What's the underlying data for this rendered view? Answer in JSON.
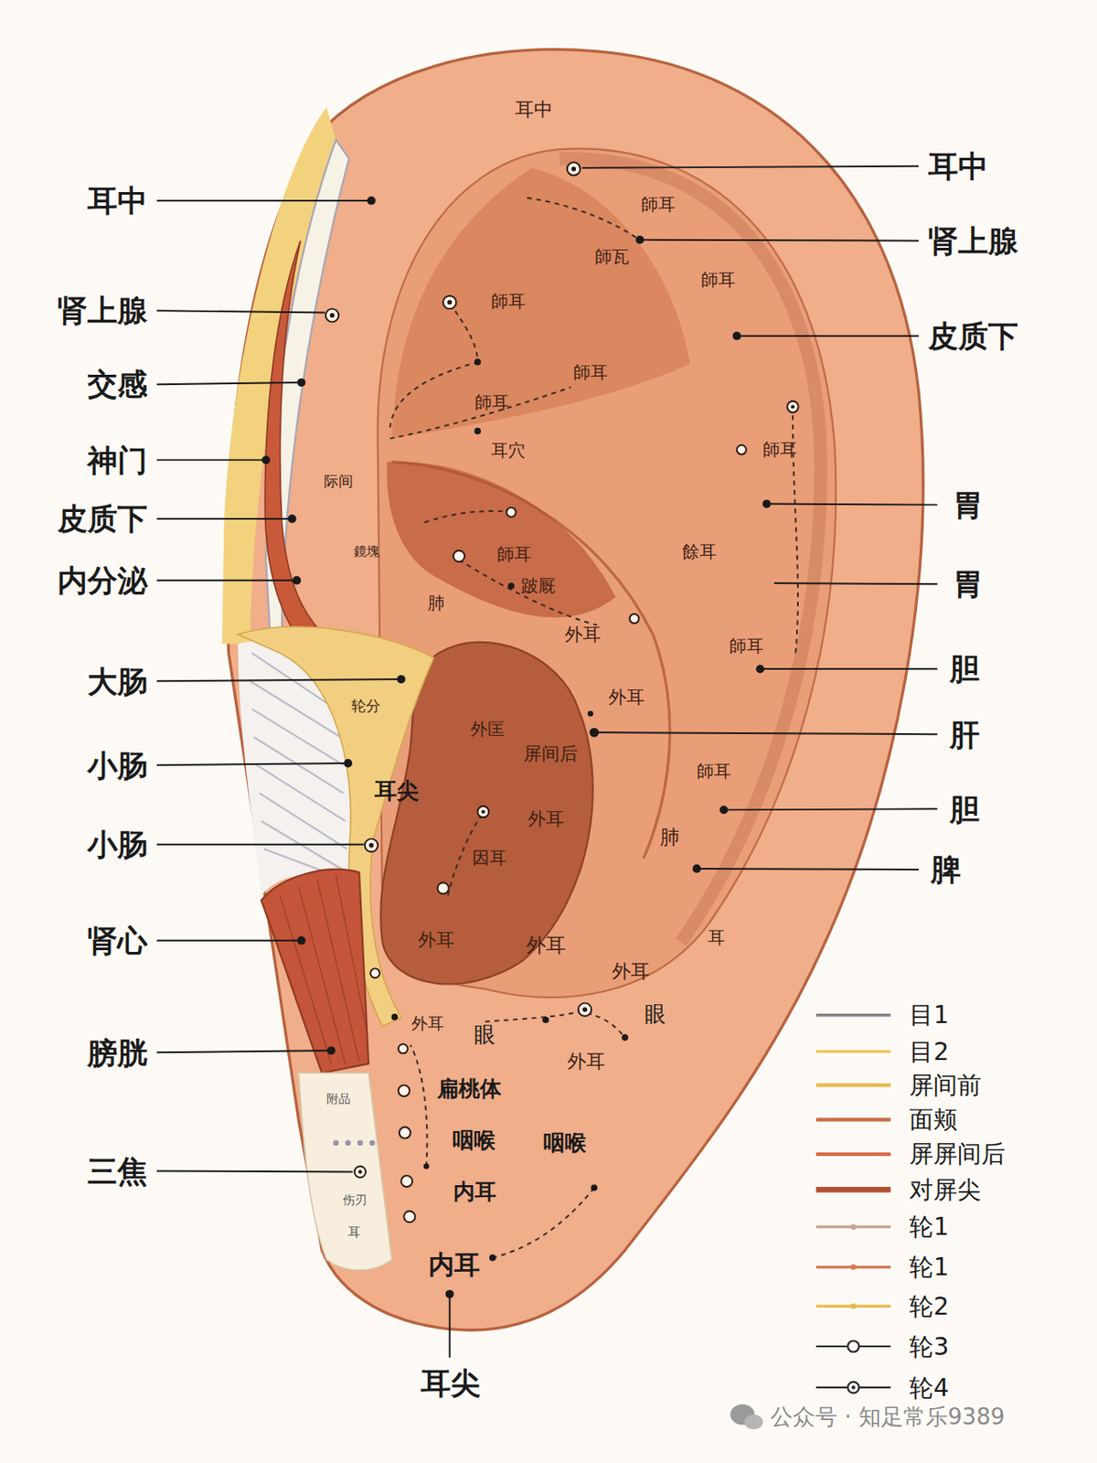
{
  "diagram": {
    "labels": [
      "耳中",
      "耳中",
      "肾上腺",
      "交感",
      "神门",
      "皮质下",
      "内分泌",
      "大肠",
      "小肠",
      "小肠",
      "肾心",
      "膀胱",
      "三焦",
      "耳中",
      "肾上腺",
      "皮质下",
      "胃",
      "胃",
      "胆",
      "肝",
      "胆",
      "脾",
      "耳尖",
      "師耳",
      "師瓦",
      "師耳",
      "師耳",
      "師耳",
      "師耳",
      "耳穴",
      "師耳",
      "际间",
      "鏡塊",
      "師耳",
      "跛厩",
      "肺",
      "餘耳",
      "外耳",
      "師耳",
      "外耳",
      "轮分",
      "外匡",
      "屏间后",
      "師耳",
      "耳尖",
      "外耳",
      "肺",
      "因耳",
      "外耳",
      "外耳",
      "耳",
      "外耳",
      "外耳",
      "眼",
      "眼",
      "外耳",
      "扁桃体",
      "咽喉",
      "咽喉",
      "内耳",
      "内耳",
      "附品",
      "伤刃",
      "耳",
      "公众号 · 知足常乐9389"
    ],
    "legend": [
      {
        "text": "目1"
      },
      {
        "text": "目2"
      },
      {
        "text": "屏间前"
      },
      {
        "text": "面颊"
      },
      {
        "text": "屏屏间后"
      },
      {
        "text": "对屏尖"
      },
      {
        "text": "轮1"
      },
      {
        "text": "轮1"
      },
      {
        "text": "轮2"
      },
      {
        "text": "轮3"
      },
      {
        "text": "轮4"
      }
    ]
  }
}
